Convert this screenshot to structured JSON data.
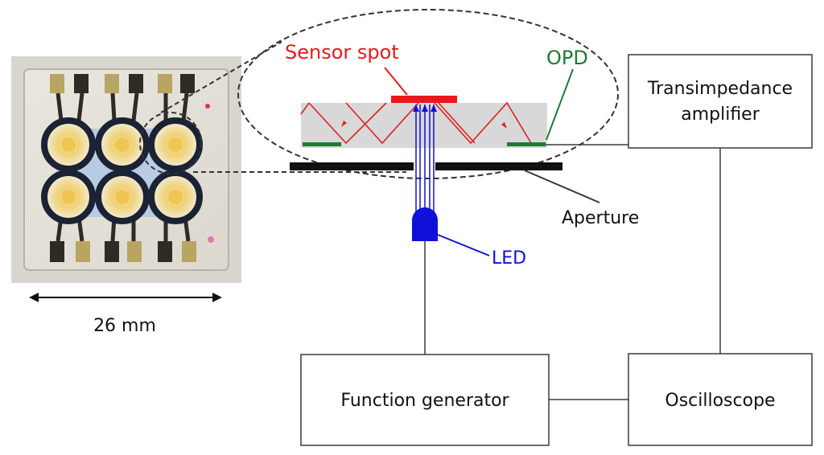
{
  "labels": {
    "sensor_spot": "Sensor spot",
    "opd": "OPD",
    "transimpedance_line1": "Transimpedance",
    "transimpedance_line2": "amplifier",
    "aperture": "Aperture",
    "led": "LED",
    "scale": "26 mm",
    "function_generator": "Function generator",
    "oscilloscope": "Oscilloscope"
  },
  "colors": {
    "sensor_spot": "#e8191c",
    "opd": "#1e7b33",
    "led": "#1010d8",
    "line": "#3a3a3a",
    "waveguide": "#d8d8d8"
  }
}
